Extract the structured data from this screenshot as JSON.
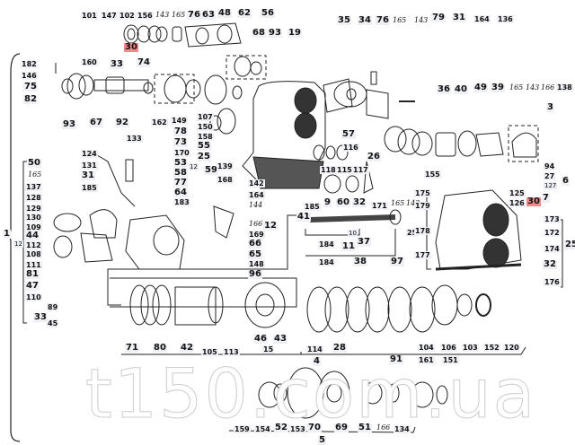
{
  "watermark": "t150.com.ua",
  "labels": [
    "101",
    "147",
    "102",
    "156",
    "143",
    "165",
    "76",
    "63",
    "48",
    "62",
    "56",
    "30",
    "68",
    "93",
    "19",
    "182",
    "160",
    "33",
    "74",
    "146",
    "75",
    "82",
    "93",
    "67",
    "92",
    "162",
    "149",
    "107",
    "150",
    "158",
    "55",
    "25",
    "59",
    "12",
    "133",
    "78",
    "73",
    "170",
    "53",
    "58",
    "77",
    "64",
    "183",
    "124",
    "131",
    "31",
    "185",
    "50",
    "165",
    "137",
    "128",
    "129",
    "130",
    "109",
    "44",
    "112",
    "108",
    "111",
    "81",
    "47",
    "110",
    "89",
    "33",
    "45",
    "1",
    "12",
    "139",
    "168",
    "142",
    "164",
    "144",
    "166",
    "12",
    "169",
    "66",
    "65",
    "148",
    "96",
    "35",
    "34",
    "76",
    "165",
    "143",
    "79",
    "31",
    "164",
    "136",
    "36",
    "40",
    "49",
    "39",
    "165",
    "143",
    "166",
    "138",
    "3",
    "57",
    "116",
    "26",
    "118",
    "115",
    "117",
    "9",
    "60",
    "32",
    "171",
    "165",
    "143",
    "185",
    "41",
    "10",
    "184",
    "11",
    "37",
    "25",
    "184",
    "38",
    "97",
    "155",
    "94",
    "27",
    "127",
    "6",
    "125",
    "126",
    "30",
    "7",
    "175",
    "179",
    "178",
    "177",
    "173",
    "172",
    "174",
    "25",
    "32",
    "176",
    "71",
    "80",
    "42",
    "105",
    "113",
    "46",
    "43",
    "15",
    "114",
    "28",
    "104",
    "106",
    "103",
    "152",
    "120",
    "4",
    "91",
    "161",
    "151",
    "159",
    "154",
    "52",
    "153",
    "70",
    "69",
    "51",
    "166",
    "134",
    "5"
  ],
  "colors": {
    "highlight": "#f08a8a",
    "label_bg": "#eef0f5",
    "ink": "#111111"
  }
}
